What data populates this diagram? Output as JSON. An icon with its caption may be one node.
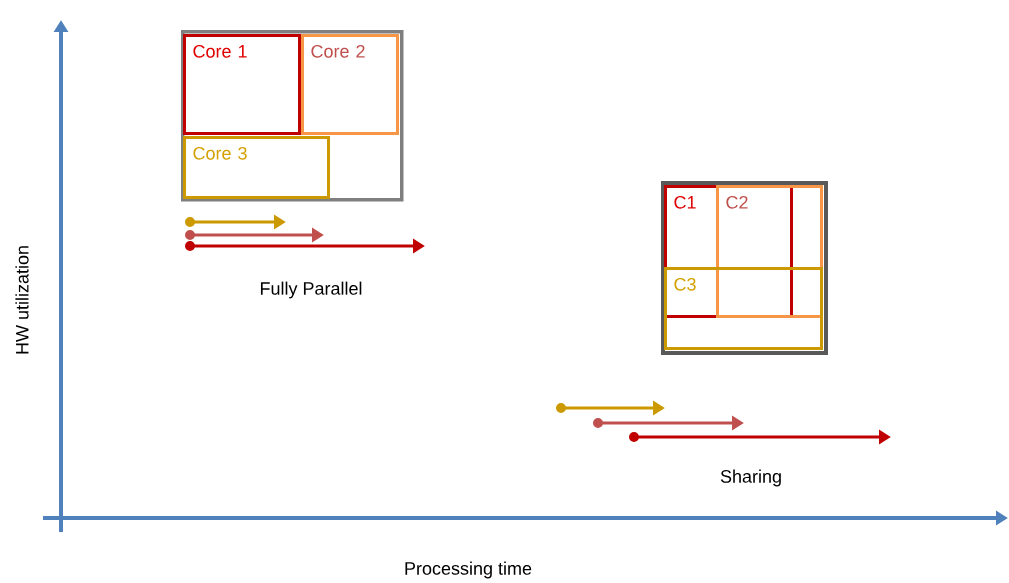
{
  "diagram": {
    "nodes": [
      {
        "text": [],
        "shape": "box"
      },
      {
        "text": [
          "Core 1"
        ],
        "in": 0
      },
      {
        "text": [
          "Core 2"
        ],
        "in": 0
      },
      {
        "text": [
          "Core 3"
        ],
        "in": 0
      },
      {
        "text": [],
        "shape": "box"
      },
      {
        "text": [
          "C1"
        ],
        "in": 4
      },
      {
        "text": [
          "C2"
        ],
        "in": 4
      },
      {
        "text": [
          "C3"
        ],
        "in": 4
      }
    ],
    "labels": [
      "HW utilization",
      "Fully Parallel",
      "Sharing",
      "Processing time"
    ]
  }
}
